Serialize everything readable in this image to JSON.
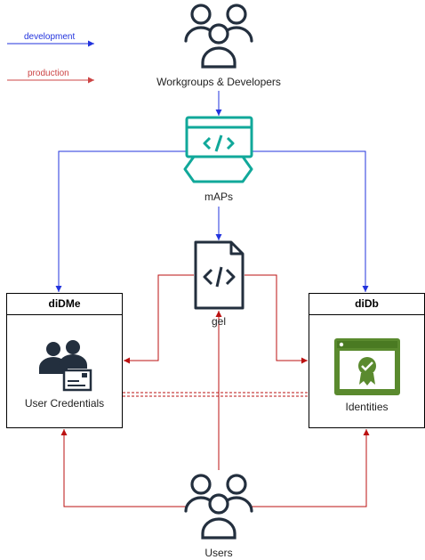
{
  "legend": {
    "development": {
      "label": "development",
      "color": "#2233dd"
    },
    "production": {
      "label": "production",
      "color": "#cc4444"
    }
  },
  "nodes": {
    "workgroups": {
      "label": "Workgroups & Developers",
      "icon": "users-group-icon"
    },
    "maps": {
      "label": "mAPs",
      "icon": "code-window-icon",
      "color": "#11a89a"
    },
    "gel": {
      "label": "gel",
      "icon": "code-document-icon"
    },
    "didme": {
      "title": "diDMe",
      "label": "User Credentials",
      "icon": "user-credentials-icon"
    },
    "didb": {
      "title": "diDb",
      "label": "Identities",
      "icon": "certificate-icon",
      "color": "#5a8a2e"
    },
    "users": {
      "label": "Users",
      "icon": "users-group-icon"
    }
  },
  "colors": {
    "dev_line": "#2233dd",
    "prod_line": "#bb1111",
    "icon_dark": "#232f3e"
  }
}
